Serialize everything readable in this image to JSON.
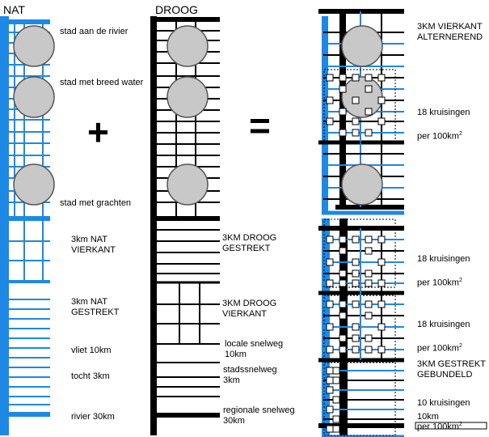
{
  "headings": {
    "nat": "NAT",
    "droog": "DROOG"
  },
  "operators": {
    "plus": "+",
    "equals": "="
  },
  "nat_labels": {
    "stad_rivier": "stad aan de rivier",
    "stad_breed": "stad met breed water",
    "stad_grachten": "stad met grachten",
    "nat_vierkant": "3km NAT\nVIERKANT",
    "nat_gestrekt": "3km NAT\nGESTREKT",
    "vliet": "vliet 10km",
    "tocht": "tocht 3km",
    "rivier": "rivier 30km"
  },
  "droog_labels": {
    "droog_gestrekt": "3KM DROOG\nGESTREKT",
    "droog_vierkant": "3KM DROOG\nVIERKANT",
    "locale": "locale snelweg\n10km",
    "stads": "stadssnelweg\n3km",
    "regionale": "regionale snelweg\n30km"
  },
  "result_labels": {
    "alternerend": "3KM VIERKANT\nALTERNEREND",
    "kruis1_line1": "18 kruisingen",
    "kruis1_line2": "per 100km",
    "kruis2_line1": "18 kruisingen",
    "kruis2_line2": "per 100km",
    "kruis3_line1": "18 kruisingen",
    "kruis3_line2": "per 100km",
    "gebundeld": "3KM GESTREKT\nGEBUNDELD",
    "kruis4_line1": "10 kruisingen",
    "kruis4_line2": "per 100km",
    "sup": "2",
    "scale": "10km"
  },
  "colors": {
    "water": "#1e88e5",
    "road": "#000000",
    "city": "#c8c8c8"
  }
}
